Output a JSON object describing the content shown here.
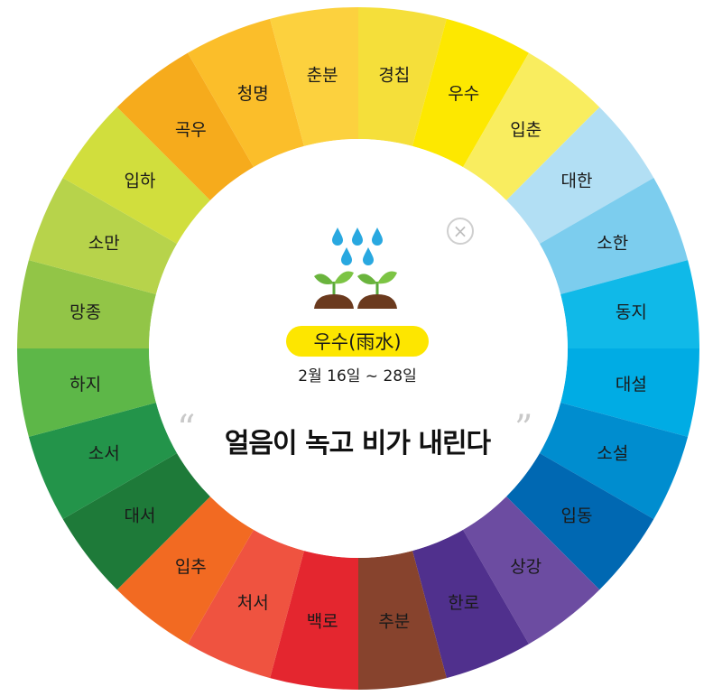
{
  "wheel": {
    "segments": [
      {
        "label": "경칩",
        "color": "#f5df3a"
      },
      {
        "label": "우수",
        "color": "#fde800"
      },
      {
        "label": "입춘",
        "color": "#f9ed5f"
      },
      {
        "label": "대한",
        "color": "#b2dff4"
      },
      {
        "label": "소한",
        "color": "#7ccdee"
      },
      {
        "label": "동지",
        "color": "#10b9e8"
      },
      {
        "label": "대설",
        "color": "#00ace4"
      },
      {
        "label": "소설",
        "color": "#008dcf"
      },
      {
        "label": "입동",
        "color": "#0068b2"
      },
      {
        "label": "상강",
        "color": "#6c4ca1"
      },
      {
        "label": "한로",
        "color": "#50308d"
      },
      {
        "label": "추분",
        "color": "#87432d"
      },
      {
        "label": "백로",
        "color": "#e4262f"
      },
      {
        "label": "처서",
        "color": "#ef5340"
      },
      {
        "label": "입추",
        "color": "#f26a22"
      },
      {
        "label": "대서",
        "color": "#1e7a39"
      },
      {
        "label": "소서",
        "color": "#23944a"
      },
      {
        "label": "하지",
        "color": "#5db748"
      },
      {
        "label": "망종",
        "color": "#92c547"
      },
      {
        "label": "소만",
        "color": "#b7d34b"
      },
      {
        "label": "입하",
        "color": "#d1de3d"
      },
      {
        "label": "곡우",
        "color": "#f6ab1c"
      },
      {
        "label": "청명",
        "color": "#fbbe2a"
      },
      {
        "label": "춘분",
        "color": "#fcd13e"
      }
    ]
  },
  "center": {
    "term_name": "우수(雨水)",
    "date_range": "2월 16일 ~ 28일",
    "quote": "얼음이 녹고 비가 내린다",
    "quote_open": "“",
    "quote_close": "”",
    "close_symbol": "×",
    "icon": "rain-sprout-icon",
    "pill_color": "#fde600"
  }
}
